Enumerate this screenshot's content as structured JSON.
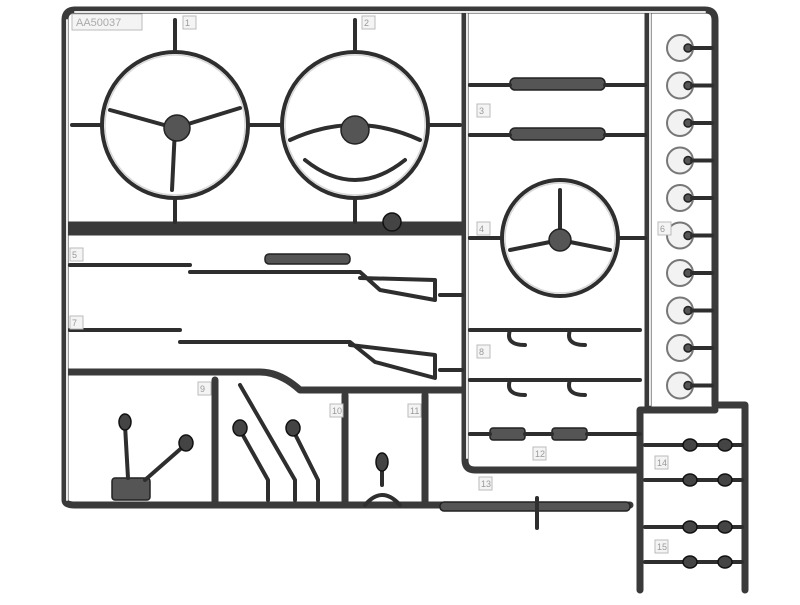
{
  "sprue": {
    "code": "AA50037",
    "part_numbers": [
      "1",
      "2",
      "3",
      "4",
      "5",
      "6",
      "7",
      "8",
      "9",
      "10",
      "11",
      "12",
      "13",
      "14",
      "15"
    ]
  }
}
